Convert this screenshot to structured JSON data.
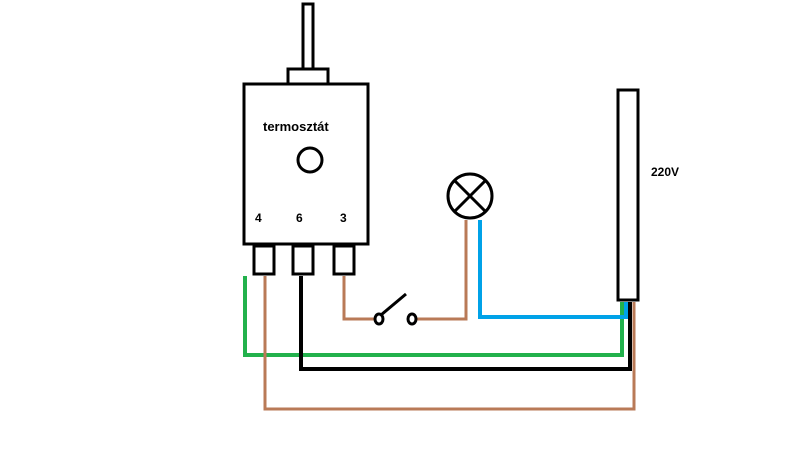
{
  "thermostat": {
    "label": "termosztát",
    "terminals": [
      "4",
      "6",
      "3"
    ]
  },
  "supply": {
    "label": "220V"
  },
  "wire_colors": {
    "green": "#22b14c",
    "brown": "#b97a57",
    "black": "#000000",
    "blue": "#00a2e8"
  }
}
